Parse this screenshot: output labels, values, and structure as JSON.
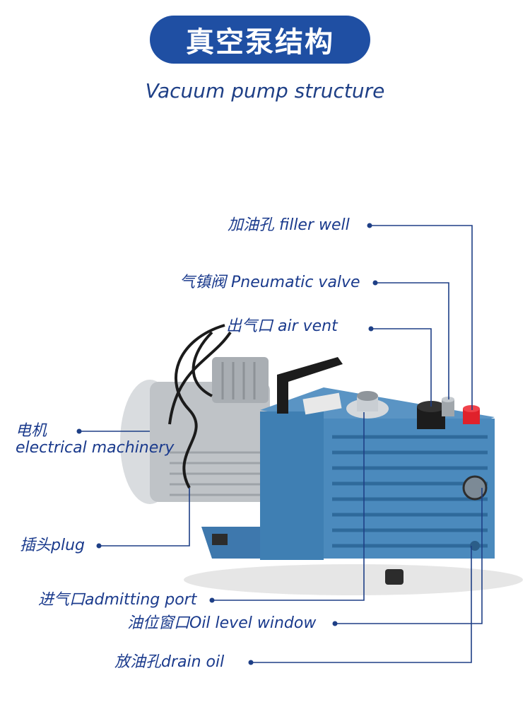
{
  "header": {
    "title_cn": "真空泵结构",
    "title_en": "Vacuum pump structure"
  },
  "labels": {
    "filler_well": "加油孔 filler well",
    "pneumatic_valve": "气镇阀 Pneumatic valve",
    "air_vent": "出气口 air vent",
    "motor_cn": "电机",
    "motor_en": "electrical machinery",
    "plug": "插头plug",
    "admitting_port": "进气口admitting port",
    "oil_level_window": "油位窗口Oil level window",
    "drain_oil": "放油孔drain oil"
  },
  "colors": {
    "title_bg": "#1f4fa3",
    "text": "#1a3a8c",
    "leader": "#1e3f86",
    "pump_body": "#3f7fb3",
    "motor": "#bfc3c7"
  }
}
